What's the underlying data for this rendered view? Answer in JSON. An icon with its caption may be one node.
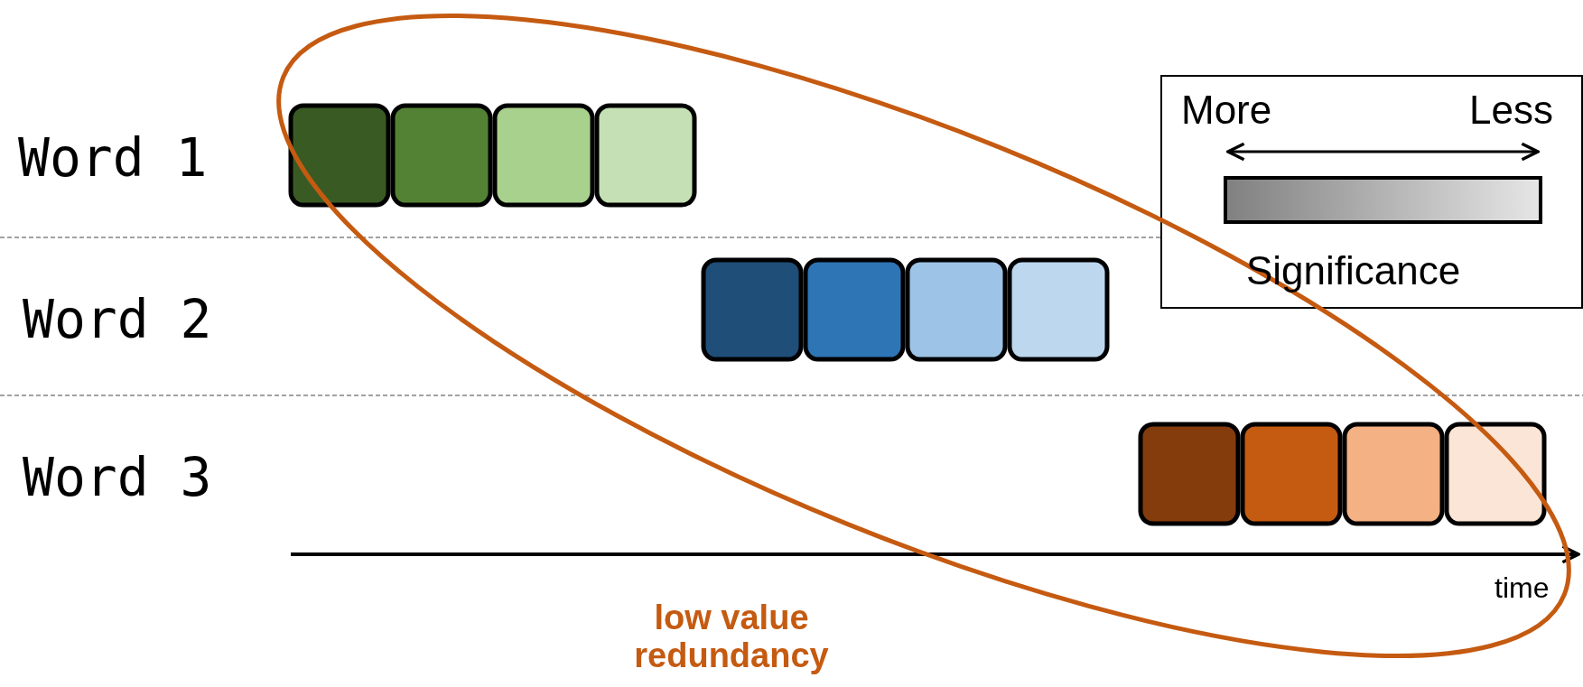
{
  "diagram": {
    "nodes": [
      {
        "text": [],
        "shape": "box"
      },
      {
        "text": [],
        "shape": "box"
      },
      {
        "text": [],
        "shape": "box"
      },
      {
        "text": [],
        "shape": "box"
      },
      {
        "text": [],
        "shape": "box"
      },
      {
        "text": [],
        "shape": "box"
      },
      {
        "text": [],
        "shape": "box"
      },
      {
        "text": [],
        "shape": "box"
      },
      {
        "text": [],
        "shape": "box"
      },
      {
        "text": [],
        "shape": "box"
      },
      {
        "text": [],
        "shape": "box"
      },
      {
        "text": [],
        "shape": "box"
      },
      {
        "text": [],
        "shape": "bar"
      }
    ],
    "labels": [
      "More",
      "Less",
      "Word 1",
      "Significance",
      "Word 2",
      "Word 3",
      "time",
      "low value redundancy"
    ]
  }
}
